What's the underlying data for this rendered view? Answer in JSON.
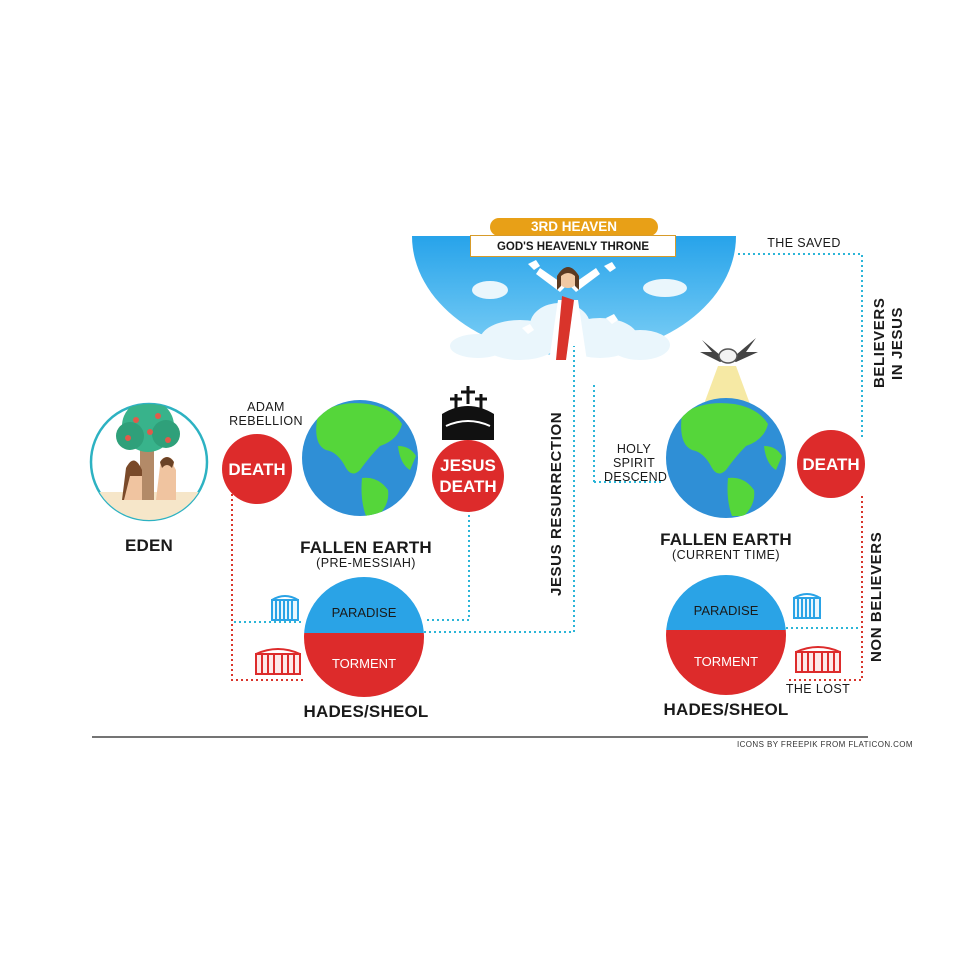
{
  "heaven": {
    "title": "3RD HEAVEN",
    "subtitle": "GOD'S HEAVENLY THRONE"
  },
  "eden": {
    "label": "EDEN"
  },
  "left": {
    "adam_rebellion": [
      "ADAM",
      "REBELLION"
    ],
    "death": "DEATH",
    "earth_title": "FALLEN EARTH",
    "earth_sub": "(PRE-MESSIAH)",
    "jesus_death": [
      "JESUS",
      "DEATH"
    ],
    "paradise": "PARADISE",
    "torment": "TORMENT",
    "hades": "HADES/SHEOL"
  },
  "center": {
    "resurrection": "JESUS RESURRECTION"
  },
  "right": {
    "holy_spirit": [
      "HOLY",
      "SPIRIT",
      "DESCEND"
    ],
    "earth_title": "FALLEN EARTH",
    "earth_sub": "(CURRENT TIME)",
    "death": "DEATH",
    "paradise": "PARADISE",
    "torment": "TORMENT",
    "hades": "HADES/SHEOL",
    "the_saved": "THE SAVED",
    "believers": [
      "BELIEVERS",
      "IN JESUS"
    ],
    "non_believers": "NON BELIEVERS",
    "the_lost": "THE LOST"
  },
  "footer": "ICONS BY FREEPIK FROM FLATICON.COM",
  "colors": {
    "red": "#dd2b2b",
    "blue": "#2aa3e6",
    "teal_dot": "#2bb5d8",
    "red_dot": "#d9342b",
    "gold": "#e8a017",
    "land": "#55d63a",
    "ocean": "#2f8fd6"
  }
}
